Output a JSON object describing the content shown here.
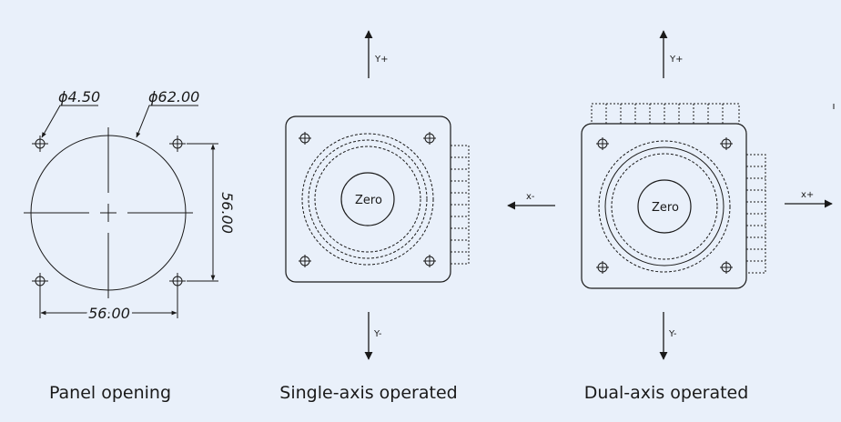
{
  "panel": {
    "hole_dia_label": "ϕ4.50",
    "opening_dia_label": "ϕ62.00",
    "vertical_dim_label": "56.00",
    "horizontal_dim_label": "56.00",
    "caption": "Panel opening"
  },
  "single": {
    "y_plus": "Y+",
    "y_minus": "Y-",
    "zero_label": "Zero",
    "caption": "Single-axis operated"
  },
  "dual": {
    "y_plus": "Y+",
    "y_minus": "Y-",
    "zero_label": "Zero",
    "caption": "Dual-axis operated"
  },
  "axes": {
    "x_minus": "x-",
    "x_plus": "x+"
  },
  "colors": {
    "background": "#e9f0fa",
    "line": "#1a1a1a"
  }
}
